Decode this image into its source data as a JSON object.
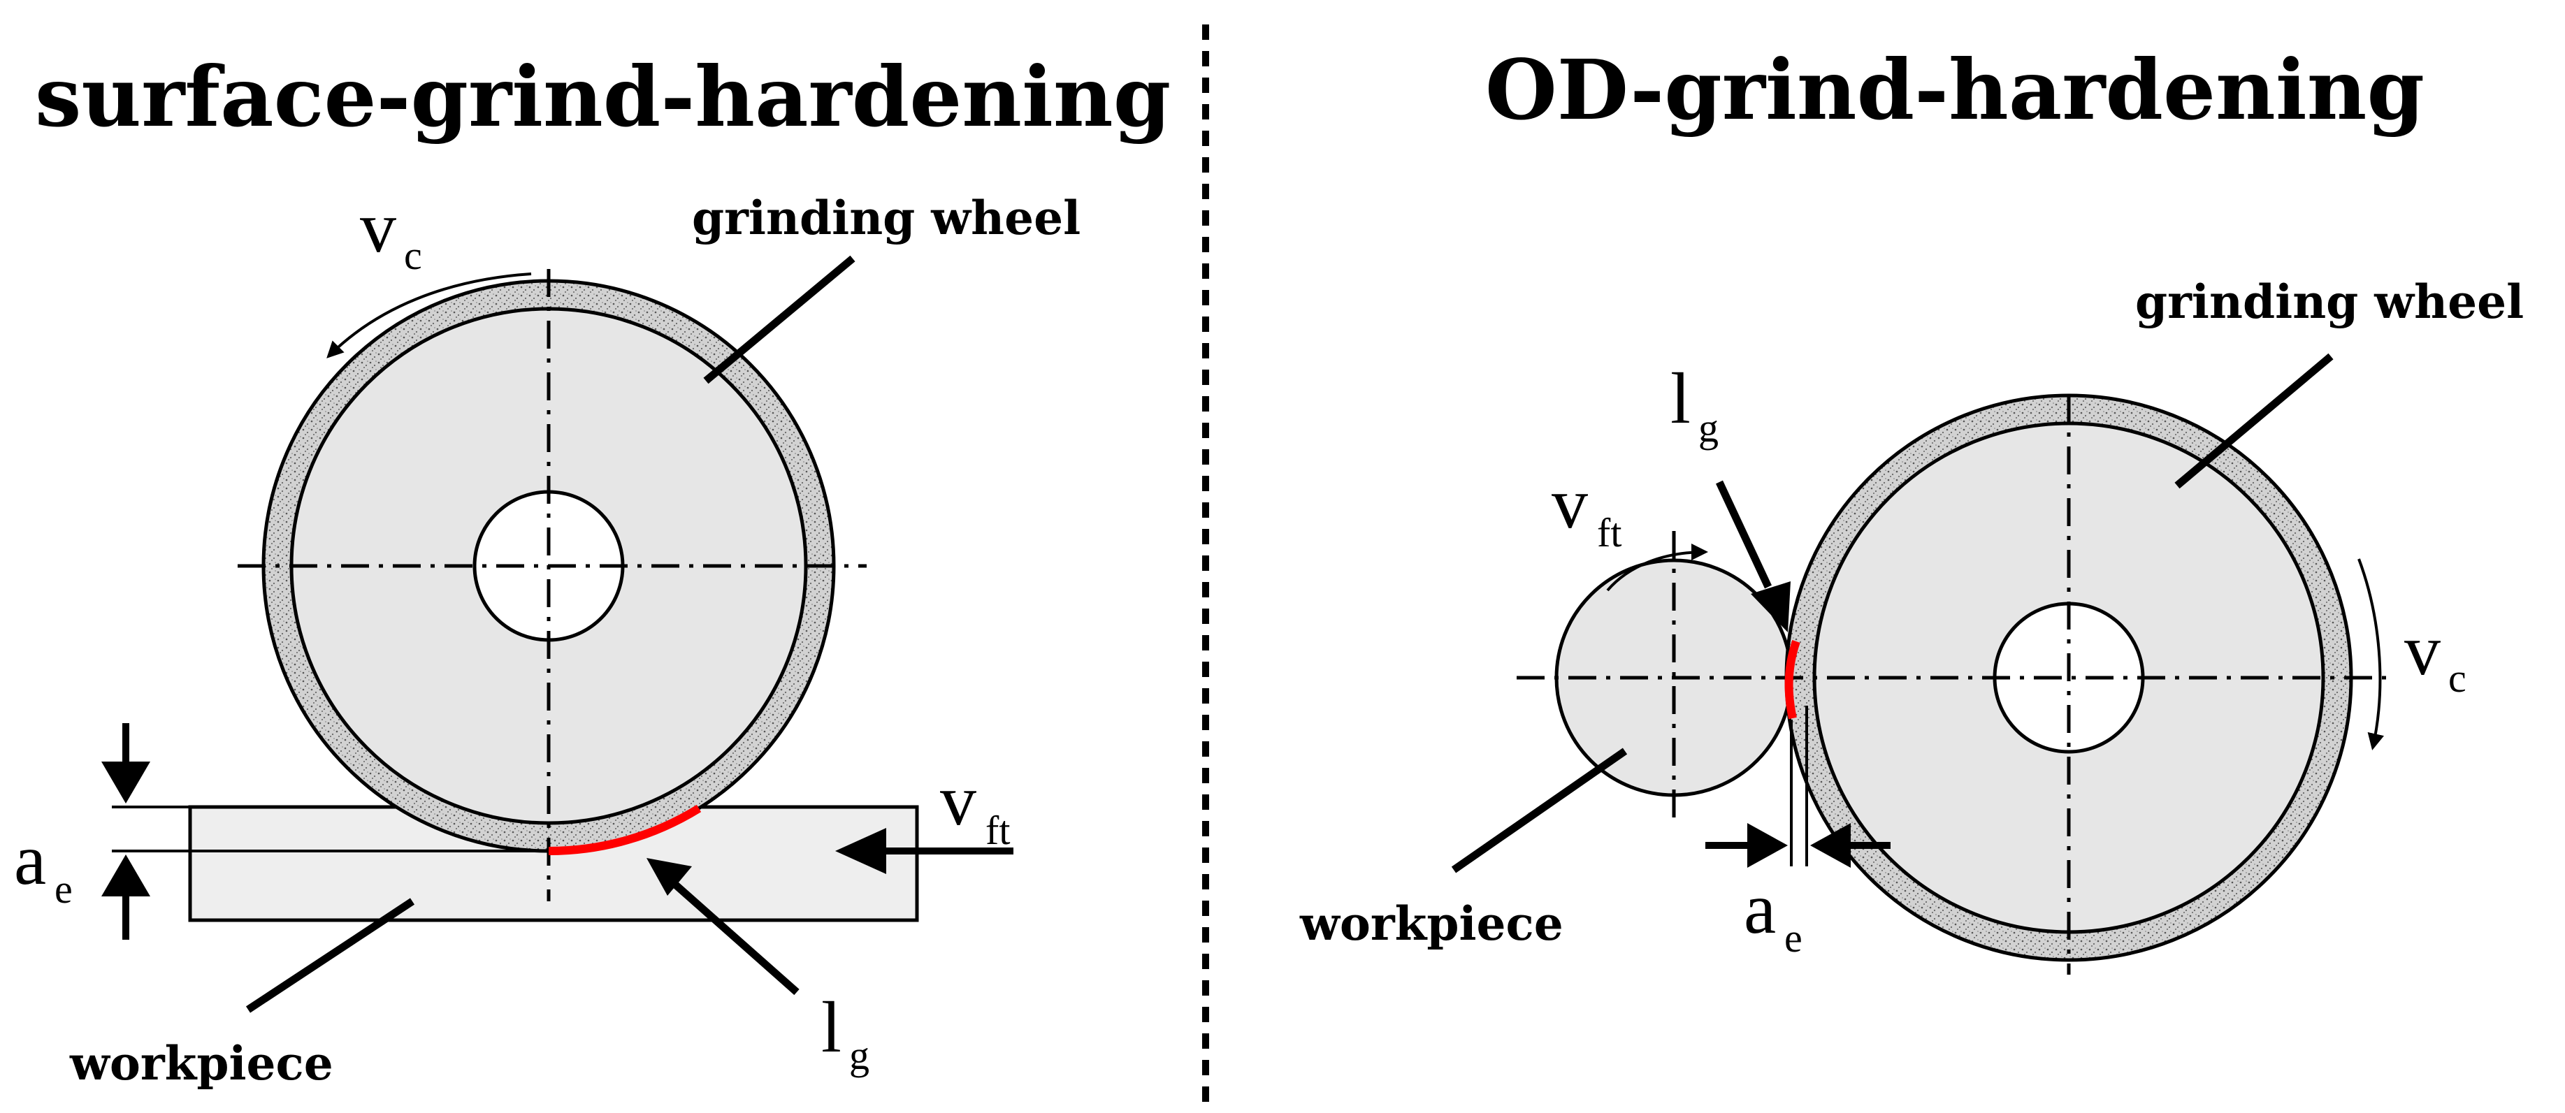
{
  "left_panel": {
    "title": "surface-grind-hardening",
    "wheel_label": "grinding wheel",
    "workpiece_label": "workpiece",
    "cutting_speed": {
      "symbol": "v",
      "subscript": "c"
    },
    "feed_speed": {
      "symbol": "v",
      "subscript": "ft"
    },
    "depth_of_cut": {
      "symbol": "a",
      "subscript": "e"
    },
    "contact_length": {
      "symbol": "l",
      "subscript": "g"
    }
  },
  "right_panel": {
    "title": "OD-grind-hardening",
    "wheel_label": "grinding wheel",
    "workpiece_label": "workpiece",
    "cutting_speed": {
      "symbol": "v",
      "subscript": "c"
    },
    "feed_speed": {
      "symbol": "v",
      "subscript": "ft"
    },
    "depth_of_cut": {
      "symbol": "a",
      "subscript": "e"
    },
    "contact_length": {
      "symbol": "l",
      "subscript": "g"
    }
  },
  "colors": {
    "wheel_core": "#e6e6e6",
    "abrasive_layer": "#c8c8c8",
    "workpiece": "#eeeeee",
    "contact_zone": "#ff0000",
    "line": "#000000"
  }
}
